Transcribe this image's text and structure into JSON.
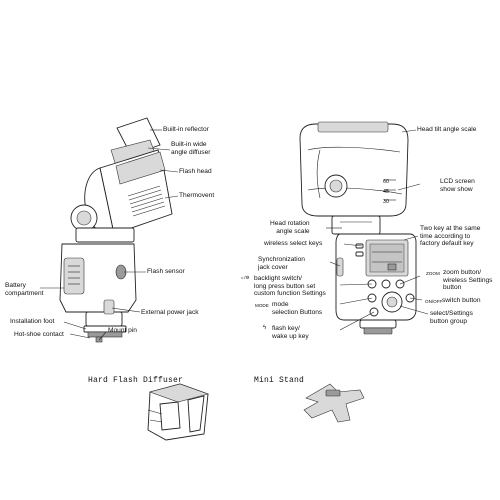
{
  "labels": {
    "built_in_reflector": "Built-in reflector",
    "built_in_wide_angle_diffuser": "Built-in wide\nangle diffuser",
    "flash_head": "Flash head",
    "thermovent": "Thermovent",
    "flash_sensor": "Flash sensor",
    "battery_compartment": "Battery\ncompartment",
    "external_power_jack": "External power jack",
    "installation_foot": "Installation foot",
    "mount_pin": "Mount pin",
    "hot_shoe_contact": "Hot-shoe contact",
    "head_tilt_angle_scale": "Head tilt angle scale",
    "lcd_screen_show": "LCD screen\nshow show",
    "head_rotation_angle_scale": "Head rotation\nangle scale",
    "two_key_reset": "Two key at the same\ntime according to\nfactory default key",
    "wireless_select_keys": "wireless select keys",
    "sync_jack_cover": "Synchronization\njack cover",
    "backlight_switch": "backlight switch/\nlong press button set\ncustom function Settings",
    "zoom_button_icon_text": "ZOOM",
    "zoom_button": "zoom button/\nwireless Settings\nbutton",
    "mode_icon_text": "MODE",
    "mode_selection": "mode\nselection Buttons",
    "onoff_icon_text": "ON/OFF",
    "switch_button": "switch button",
    "select_settings_group": "select/Settings\nbutton group",
    "flash_key": "flash key/\nwake up key"
  },
  "captions": {
    "hard_flash_diffuser": "Hard Flash Diffuser",
    "mini_stand": "Mini Stand"
  },
  "head_scale_marks": [
    "60",
    "45",
    "30"
  ]
}
